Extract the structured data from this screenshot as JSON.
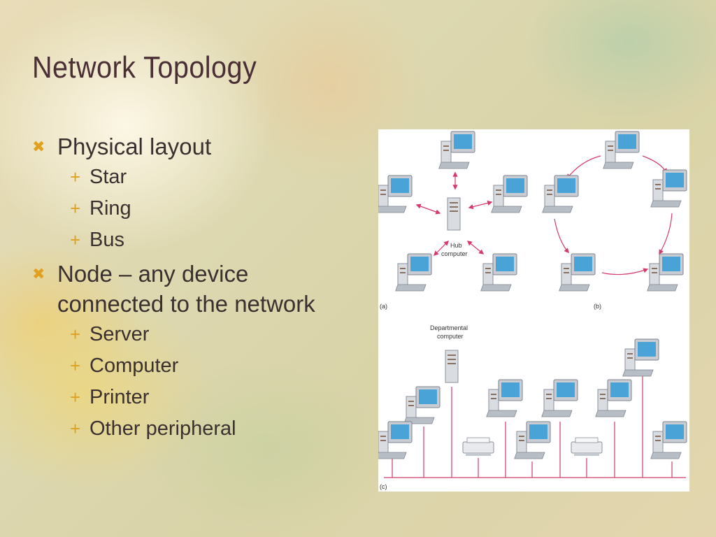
{
  "slide": {
    "title": "Network Topology",
    "bullets": [
      {
        "text": "Physical layout",
        "marker_icon": "x-bullet-icon",
        "sub": [
          "Star",
          "Ring",
          "Bus"
        ]
      },
      {
        "text": "Node – any device connected to the network",
        "marker_icon": "x-bullet-icon",
        "sub": [
          "Server",
          "Computer",
          "Printer",
          "Other peripheral"
        ]
      }
    ],
    "sub_marker_icon": "plus-bullet-icon"
  },
  "figure": {
    "labels": {
      "hub": [
        "Hub",
        "computer"
      ],
      "departmental": [
        "Departmental",
        "computer"
      ],
      "panel_a": "(a)",
      "panel_b": "(b)",
      "panel_c": "(c)"
    },
    "colors": {
      "link": "#d63a6a",
      "screen": "#4aa3d6",
      "case": "#d9dde2"
    }
  }
}
